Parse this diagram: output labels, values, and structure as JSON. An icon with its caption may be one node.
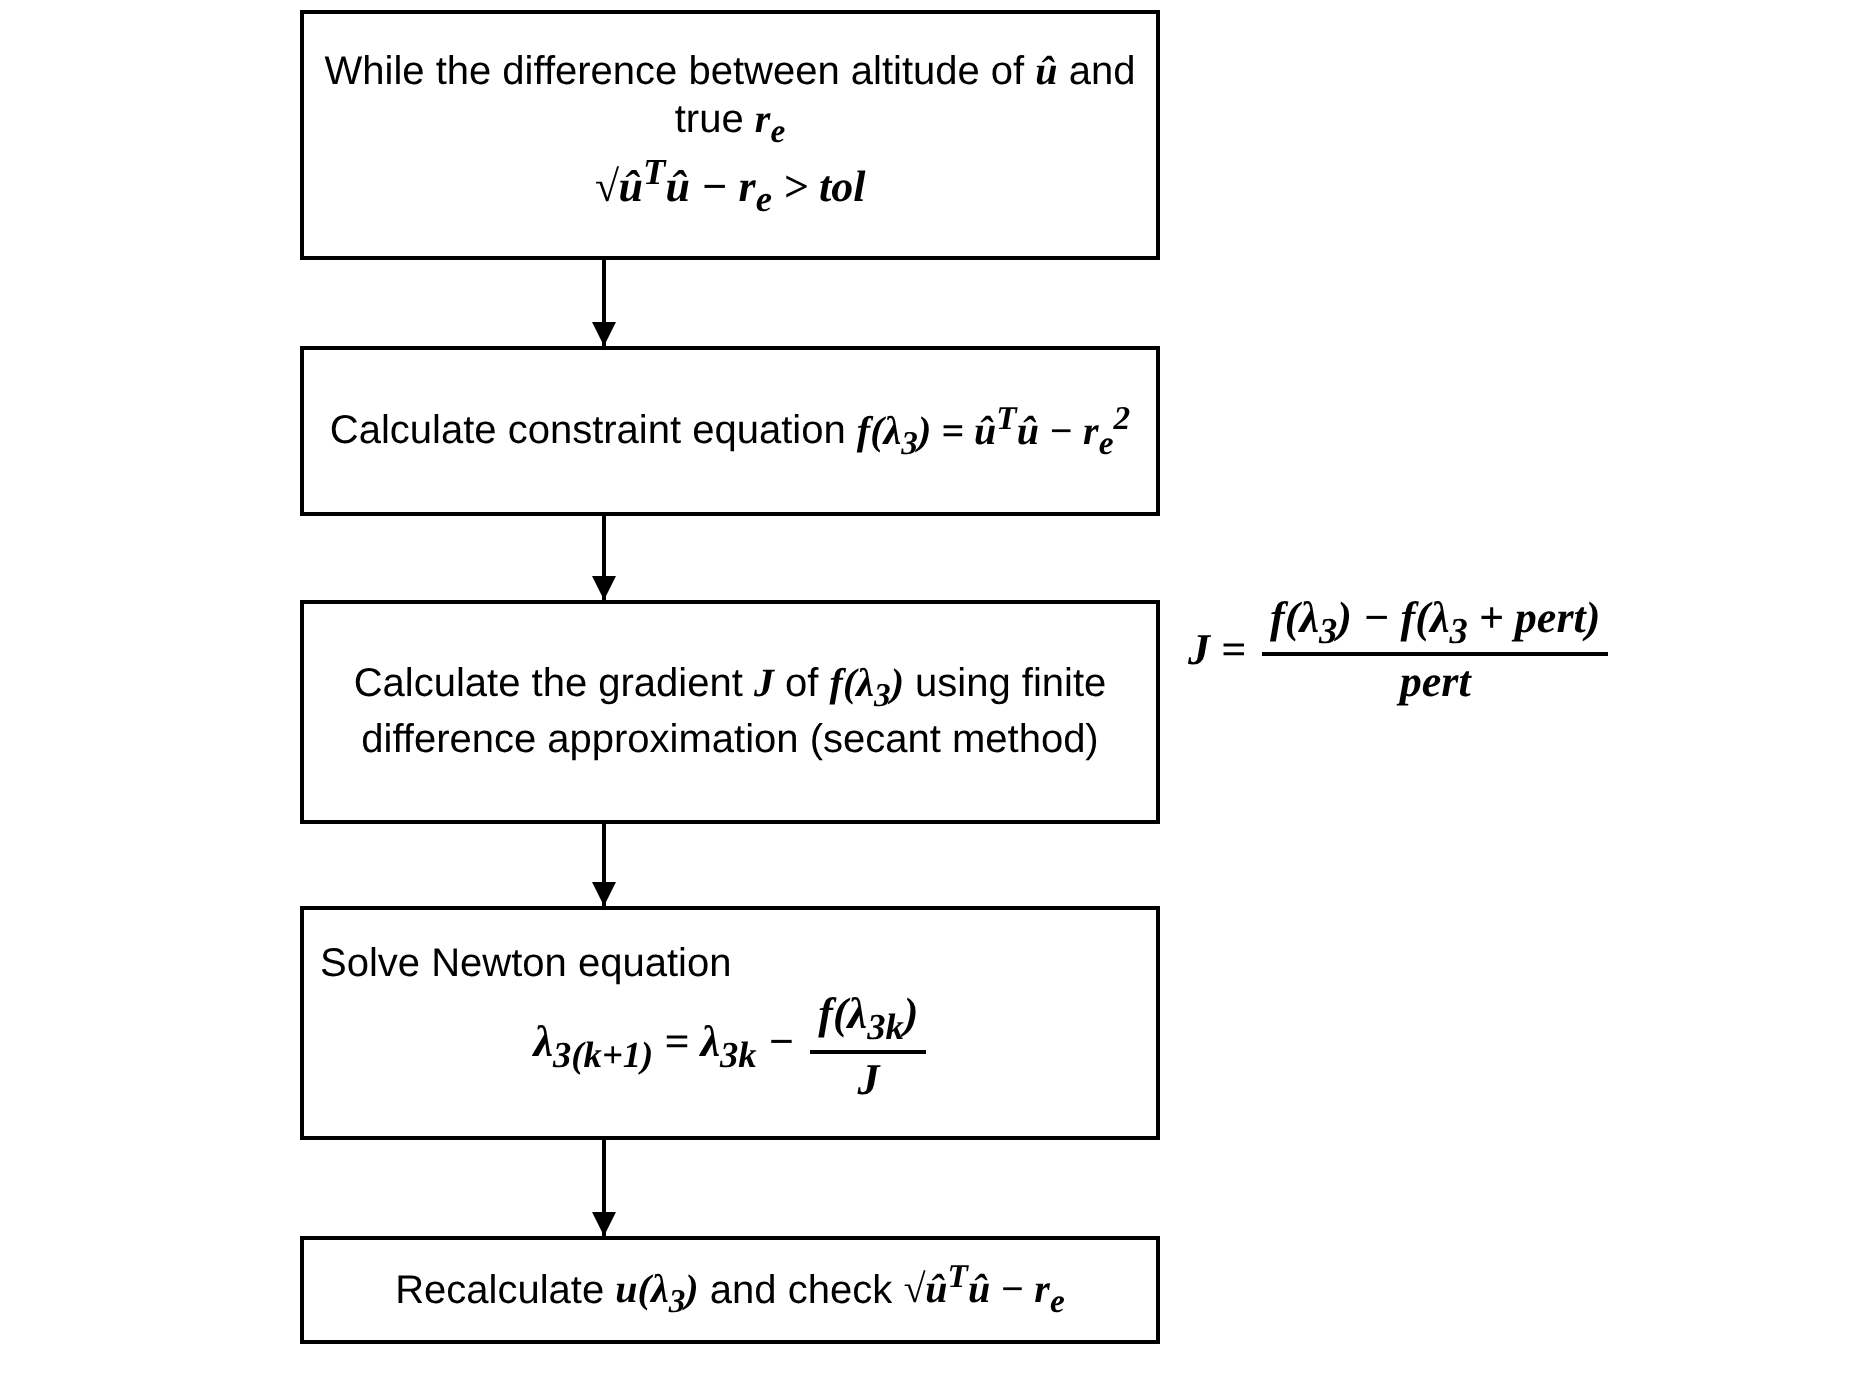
{
  "diagram": {
    "nodes": [
      {
        "text": [
          "While the difference between altitude of **û** and true **r$_{e}$**",
          "√û$^{T}$û − r$_{e}$ > tol"
        ]
      },
      {
        "text": [
          "Calculate constraint equation **f(λ$_{3}$) = û$^{T}$û − r$_{e}$$^{2}$**"
        ]
      },
      {
        "text": [
          "Calculate the gradient **J** of **f(λ$_{3}$)** using finite difference approximation (secant method)"
        ],
        "beside": [
          "J =",
          "f(λ$_{3}$) − f(λ$_{3}$ + pert)",
          "pert"
        ]
      },
      {
        "text": [
          "Solve Newton equation",
          "λ$_{3}$$_{(k+1)}$ = λ$_{3}$$_{k}$ −",
          "f(λ$_{3}$$_{k}$)",
          "J"
        ]
      },
      {
        "text": [
          "Recalculate **u(λ$_{3}$)** and check **√û$^{T}$û − r$_{e}$**"
        ]
      }
    ],
    "edges": [
      {
        "from": 0,
        "to": 1,
        "arrow": "to"
      },
      {
        "from": 1,
        "to": 2,
        "arrow": "to"
      },
      {
        "from": 2,
        "to": 3,
        "arrow": "to"
      },
      {
        "from": 3,
        "to": 4,
        "arrow": "to"
      }
    ]
  }
}
